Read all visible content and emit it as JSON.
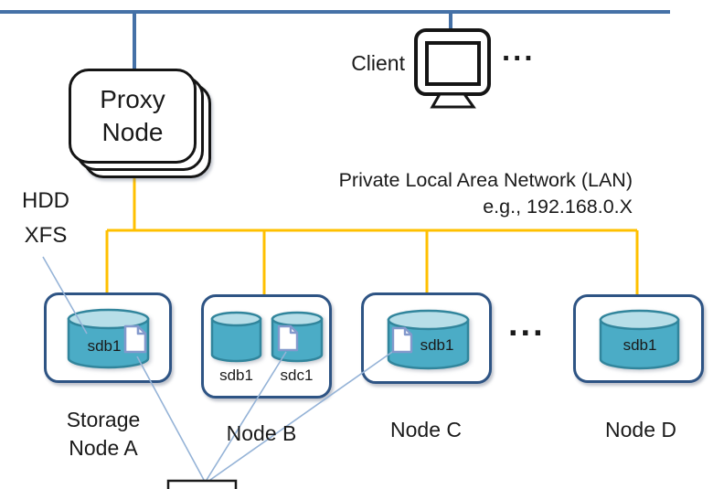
{
  "colors": {
    "network_blue": "#4571A7",
    "lan_yellow": "#FFC000",
    "cylinder_teal": "#4BACC6",
    "cylinder_top": "#B7DEE8",
    "cylinder_outline": "#31859C",
    "node_border_navy": "#2E5484",
    "annotation_blue": "#95B3D7",
    "file_icon_blue": "#8399CC"
  },
  "proxy": {
    "line1": "Proxy",
    "line2": "Node"
  },
  "client": {
    "label": "Client",
    "ellipsis": "..."
  },
  "lan": {
    "line1": "Private Local Area Network (LAN)",
    "line2": "e.g., 192.168.0.X"
  },
  "annotations": {
    "hdd": "HDD",
    "xfs": "XFS"
  },
  "nodes": [
    {
      "label_line1": "Storage",
      "label_line2": "Node A",
      "disks": [
        {
          "name": "sdb1"
        }
      ]
    },
    {
      "label": "Node B",
      "disks": [
        {
          "name": "sdb1"
        },
        {
          "name": "sdc1"
        }
      ]
    },
    {
      "label": "Node C",
      "disks": [
        {
          "name": "sdb1"
        }
      ]
    },
    {
      "label": "Node D",
      "disks": [
        {
          "name": "sdb1"
        }
      ]
    }
  ],
  "nodes_ellipsis": "..."
}
